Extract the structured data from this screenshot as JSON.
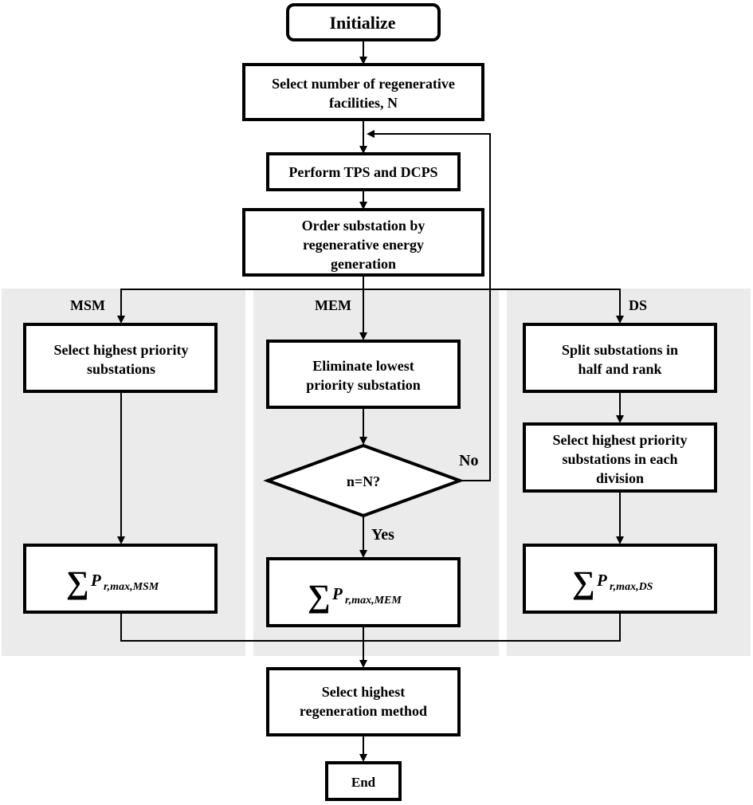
{
  "nodes": {
    "initialize": "Initialize",
    "select_n": [
      "Select number of regenerative",
      "facilities, N"
    ],
    "perform": "Perform TPS and DCPS",
    "order": [
      "Order substation by",
      "regenerative energy",
      "generation"
    ],
    "msm_select": [
      "Select highest priority",
      "substations"
    ],
    "mem_eliminate": [
      "Eliminate lowest",
      "priority substation"
    ],
    "decision": "n=N?",
    "ds_split": [
      "Split substations in",
      "half and rank"
    ],
    "ds_select": [
      "Select highest priority",
      "substations in each",
      "division"
    ],
    "sum_msm": {
      "symbol": "∑",
      "var": "P",
      "sub": "r,max,MSM"
    },
    "sum_mem": {
      "symbol": "∑",
      "var": "P",
      "sub": "r,max,MEM"
    },
    "sum_ds": {
      "symbol": "∑",
      "var": "P",
      "sub": "r,max,DS"
    },
    "final_select": [
      "Select highest",
      "regeneration method"
    ],
    "end": "End"
  },
  "branch_labels": {
    "msm": "MSM",
    "mem": "MEM",
    "ds": "DS",
    "no": "No",
    "yes": "Yes"
  },
  "colors": {
    "panel": "#ebebeb",
    "stroke": "#000000",
    "box_fill": "#ffffff"
  }
}
